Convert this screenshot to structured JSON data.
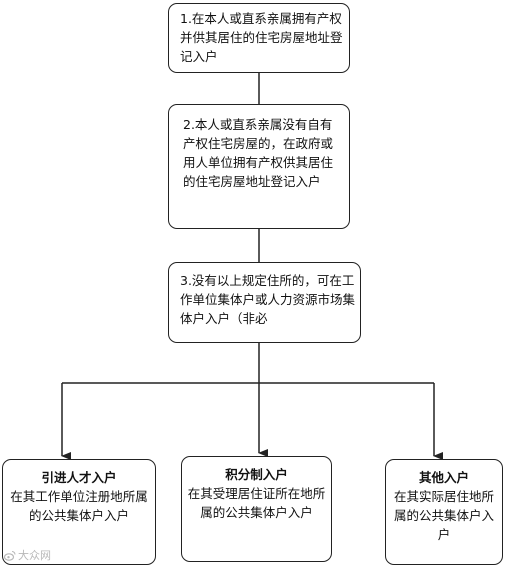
{
  "flow": {
    "step1": "1.在本人或直系亲属拥有产权并供其居住的住宅房屋地址登记入户",
    "step2": "2.本人或直系亲属没有自有产权住宅房屋的，在政府或用人单位拥有产权供其居住的住宅房屋地址登记入户",
    "step3": "3.没有以上规定住所的，可在工作单位集体户或人力资源市场集体户入户（非必",
    "branches": [
      {
        "title": "引进人才入户",
        "text": "在其工作单位注册地所属的公共集体户入户"
      },
      {
        "title": "积分制入户",
        "text": "在其受理居住证所在地所属的公共集体户入户"
      },
      {
        "title": "其他入户",
        "text": "在其实际居住地所属的公共集体户入户"
      }
    ]
  },
  "watermark": {
    "text": "大众网",
    "icon": "weibo-icon"
  },
  "colors": {
    "line": "#222222",
    "watermark": "#b8b8b8"
  }
}
